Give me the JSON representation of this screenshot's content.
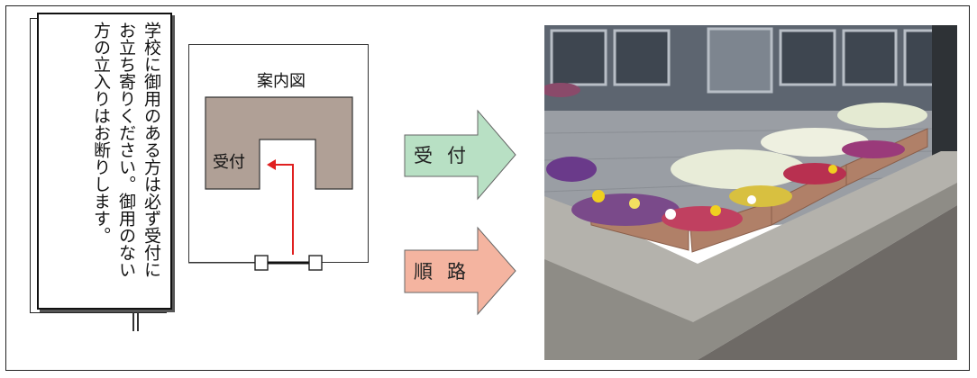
{
  "sign": {
    "lines": [
      "学校に御用のある方は必ず受付に",
      "お立ち寄りください。御用のない",
      "方の立入りはお断りします。"
    ]
  },
  "map": {
    "title": "案内図",
    "reception_label": "受付"
  },
  "legend": {
    "reception": {
      "label": "受付",
      "color": "#b8e0c4"
    },
    "route": {
      "label": "順路",
      "color": "#f4b4a0"
    }
  },
  "colors": {
    "building": "#b0a096",
    "route_line": "#e02020"
  }
}
